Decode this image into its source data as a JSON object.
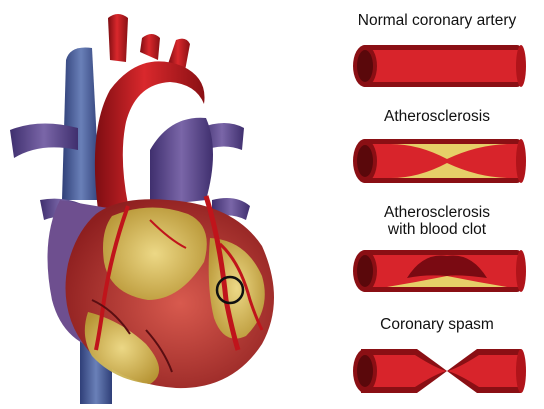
{
  "panels": [
    {
      "label": "Normal coronary artery",
      "kind": "normal"
    },
    {
      "label": "Atherosclerosis",
      "kind": "plaque"
    },
    {
      "label": "Atherosclerosis\nwith blood clot",
      "kind": "clot"
    },
    {
      "label": "Coronary spasm",
      "kind": "spasm"
    }
  ],
  "colors": {
    "artery_wall": "#b0141a",
    "artery_lumen": "#d8242b",
    "plaque": "#e6cf68",
    "clot": "#7a0a12",
    "heart_muscle": "#c03a3a",
    "heart_fat": "#d8c45a",
    "vein_purple": "#5d4a8c",
    "vena_cava_blue": "#4a5f9c"
  },
  "icons": {
    "highlight": "circle-highlight-icon"
  }
}
